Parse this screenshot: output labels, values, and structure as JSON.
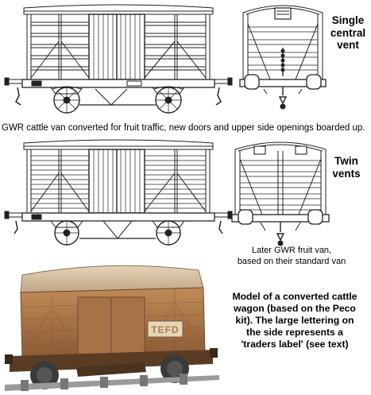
{
  "labels": {
    "single_vent": [
      "Single",
      "central",
      "vent"
    ],
    "twin_vents": [
      "Twin",
      "vents"
    ]
  },
  "captions": {
    "top": "GWR cattle van converted for fruit traffic, new doors and upper side openings boarded up.",
    "later_van": [
      "Later GWR fruit van,",
      "based on their standard van"
    ],
    "model": [
      "Model of a converted cattle",
      "wagon (based on the Peco",
      "kit). The large lettering on",
      "the side represents a",
      "'traders label' (see text)"
    ]
  },
  "photo": {
    "traders_label": "TEFD"
  },
  "colors": {
    "line": "#222222",
    "photo_body": "#b07a4a",
    "photo_roof": "#d8c3a6",
    "photo_shadow": "#6b4b30",
    "label_panel": "#e6d6b8"
  }
}
